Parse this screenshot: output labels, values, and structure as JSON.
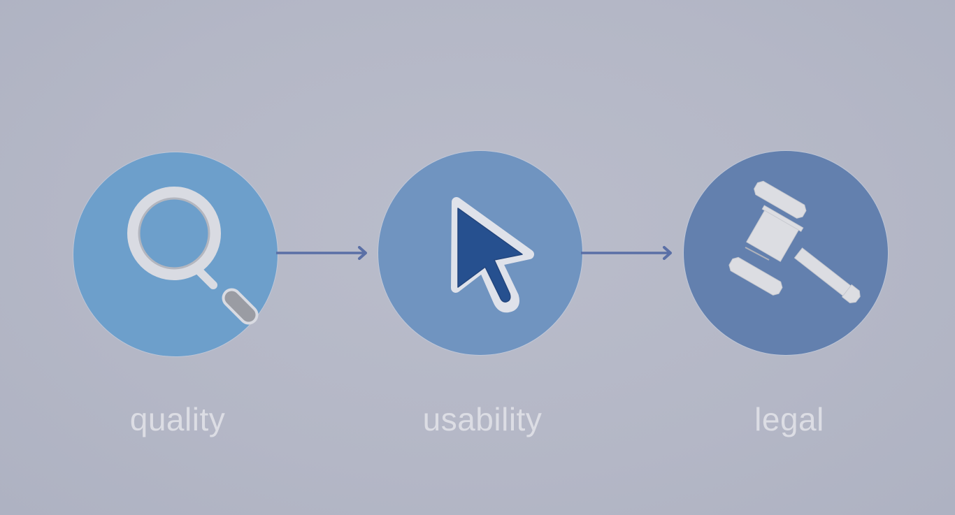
{
  "diagram": {
    "type": "process-flow",
    "steps": [
      {
        "label": "quality",
        "icon": "magnifying-glass-icon",
        "circle_color": "#6d9fcb",
        "icon_color": "#d9dbe2",
        "icon_accent": "#9a9ca3"
      },
      {
        "label": "usability",
        "icon": "mouse-pointer-icon",
        "circle_color": "#7094c0",
        "icon_color": "#26508f",
        "icon_outline": "#dfe2ea"
      },
      {
        "label": "legal",
        "icon": "gavel-icon",
        "circle_color": "#6380ae",
        "icon_color": "#dcdde2"
      }
    ],
    "connectors": [
      {
        "from": "quality",
        "to": "usability",
        "icon": "arrow-right-icon"
      },
      {
        "from": "usability",
        "to": "legal",
        "icon": "arrow-right-icon"
      }
    ]
  },
  "colors": {
    "background": "#b5b8c7",
    "arrow": "#5a6fa6",
    "label": "#dcdde4"
  }
}
